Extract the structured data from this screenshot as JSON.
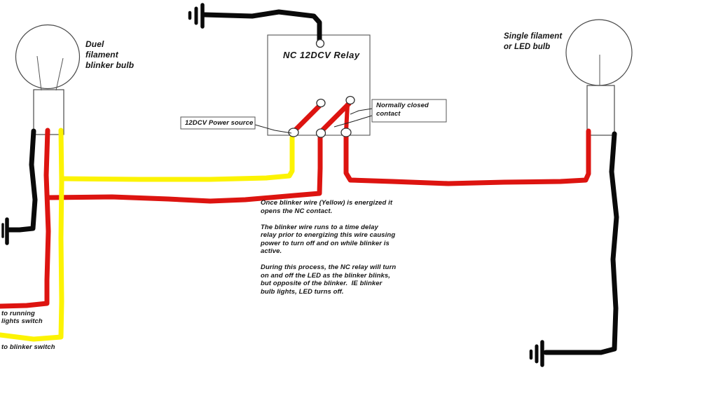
{
  "diagram": {
    "labels": {
      "left_bulb": "Duel\nfilament\nblinker bulb",
      "right_bulb": "Single filament\nor LED bulb",
      "relay_title": "NC 12DCV Relay",
      "power_source": "12DCV Power source",
      "nc_contact": "Normally closed\ncontact",
      "to_running": "to running\nlights switch",
      "to_blinker": "to blinker switch",
      "notes": "Once blinker wire (Yellow) is energized it\nopens the NC contact.\n\nThe blinker wire runs to a time delay\nrelay prior to energizing this wire causing\npower to turn off and on while blinker is\nactive.\n\nDuring this process, the NC relay will turn\non and off the LED as the blinker blinks,\nbut opposite of the blinker.  IE blinker\nbulb lights, LED turns off."
    },
    "colors": {
      "red": "#dd1410",
      "yellow": "#fcf303",
      "black": "#0a0a0a",
      "outline": "#4a4a4a",
      "text": "#151515"
    }
  }
}
